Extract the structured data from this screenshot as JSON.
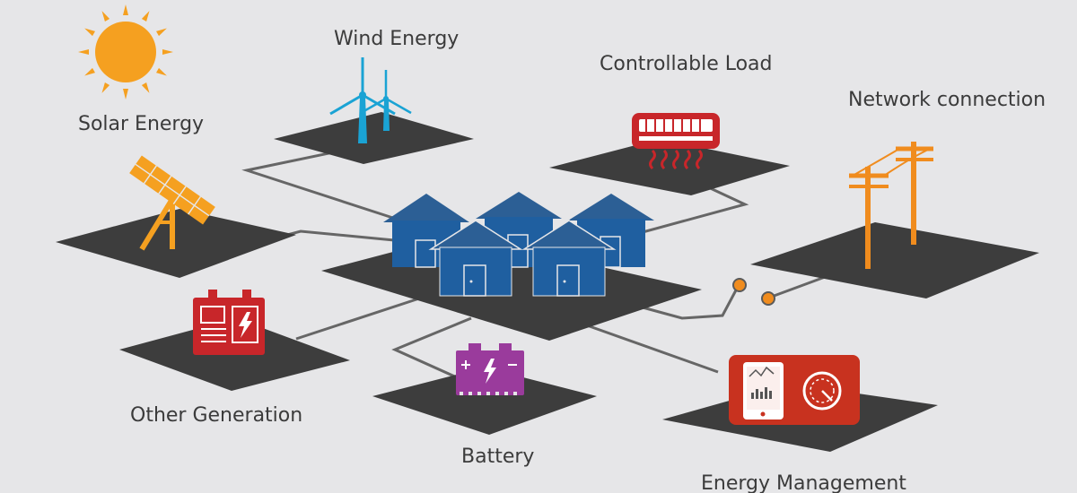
{
  "labels": {
    "solar": "Solar Energy",
    "wind": "Wind Energy",
    "load": "Controllable Load",
    "network": "Network connection",
    "other": "Other Generation",
    "battery": "Battery",
    "management": "Energy Management"
  },
  "colors": {
    "background": "#e6e6e8",
    "platform": "#3d3d3d",
    "connector": "#666666",
    "house": "#1f5fa0",
    "solar": "#f5a020",
    "wind": "#1aa3d4",
    "load": "#c8262a",
    "generator": "#c8262a",
    "battery": "#9a3b9c",
    "management": "#c8321f",
    "network": "#f08c1e",
    "switch": "#f08c1e"
  },
  "icons": {
    "solar": "sun-icon",
    "solar_panel": "solar-panel-icon",
    "wind": "wind-turbine-icon",
    "load": "air-conditioner-icon",
    "network": "power-pole-icon",
    "other": "generator-icon",
    "battery": "battery-icon",
    "management": "energy-meter-icon",
    "houses": "house-icon",
    "switch": "switch-icon"
  }
}
